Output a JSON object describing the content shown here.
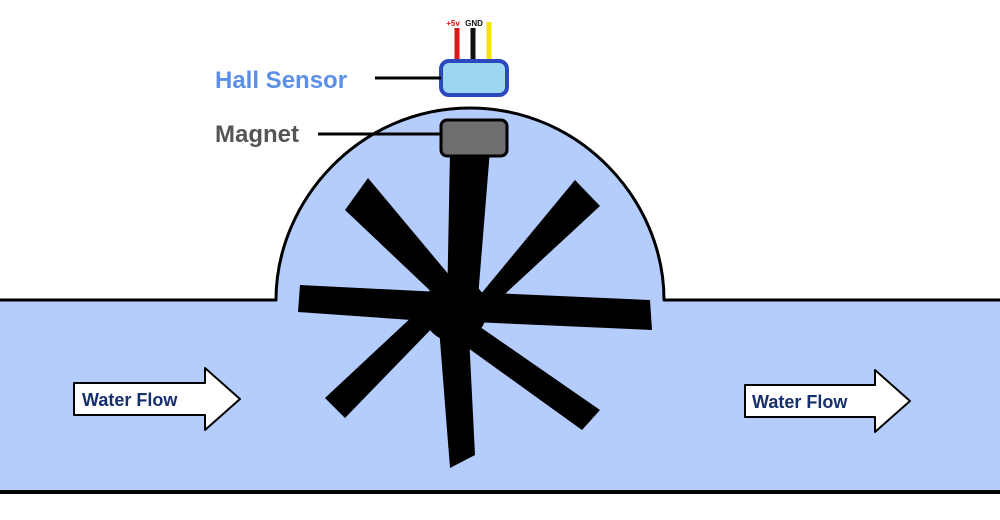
{
  "diagram": {
    "labels": {
      "hall_sensor": "Hall Sensor",
      "magnet": "Magnet"
    },
    "pins": {
      "vcc": "+5v",
      "gnd": "GND",
      "signal": ""
    },
    "flow": {
      "left": "Water Flow",
      "right": "Water Flow"
    }
  },
  "colors": {
    "water": "#b4cdfd",
    "outline": "#000000",
    "hall_label": "#5b8fe8",
    "magnet_label": "#555555",
    "sensor_fill": "#9bd7ef",
    "sensor_stroke": "#2c48bf",
    "magnet_fill": "#6e6e6e",
    "wire_vcc": "#e11414",
    "wire_gnd": "#111111",
    "wire_signal": "#f2e600",
    "flow_text": "#162f6d",
    "rotor": "#000000"
  }
}
